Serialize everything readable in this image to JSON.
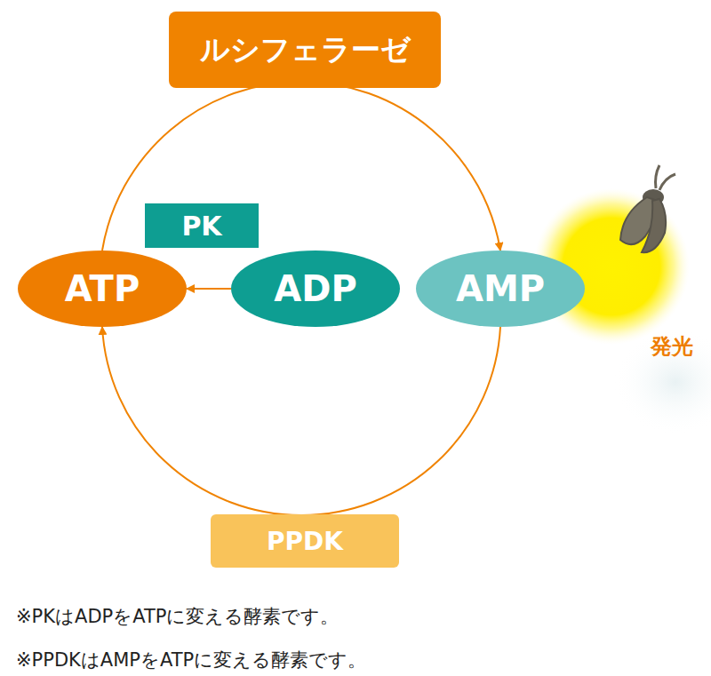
{
  "diagram": {
    "nodes": [
      {
        "text": [
          "ルシフェラーゼ"
        ]
      },
      {
        "text": [
          "PK"
        ]
      },
      {
        "text": [
          "ATP"
        ]
      },
      {
        "text": [
          "ADP"
        ]
      },
      {
        "text": [
          "AMP"
        ]
      },
      {
        "text": [
          "PPDK"
        ]
      }
    ],
    "edges": [
      {
        "from": 2,
        "to": 4,
        "arrow": "to"
      },
      {
        "from": 3,
        "to": 2,
        "arrow": "to"
      },
      {
        "from": 4,
        "to": 2,
        "arrow": "to"
      }
    ],
    "labels": [
      "発光",
      "※PKはADPをATPに変える酵素です。",
      "※PPDKはAMPをATPに変える酵素です。"
    ]
  }
}
